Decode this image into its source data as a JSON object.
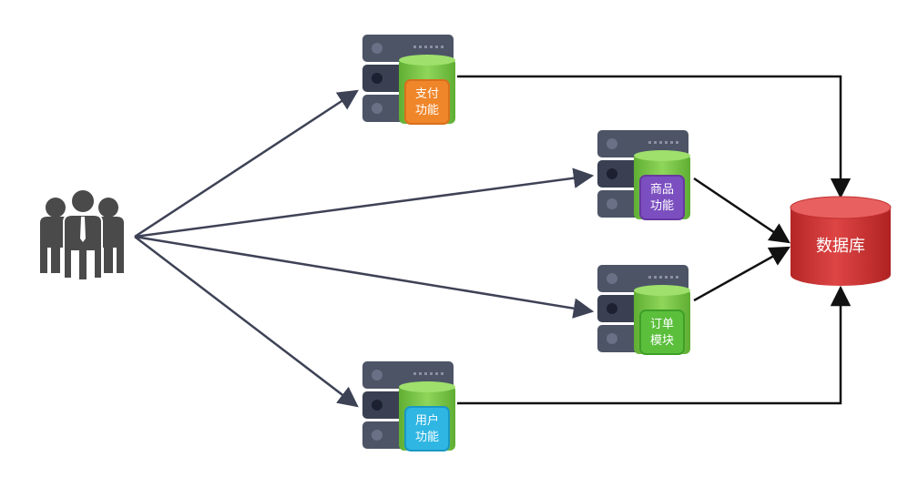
{
  "users": {
    "icon": "users-group-icon"
  },
  "servers": [
    {
      "id": "pay",
      "line1": "支付",
      "line2": "功能",
      "badge_color": "#f0862a",
      "badge_border": "#d9701c"
    },
    {
      "id": "goods",
      "line1": "商品",
      "line2": "功能",
      "badge_color": "#7b4fc0",
      "badge_border": "#66399f"
    },
    {
      "id": "order",
      "line1": "订单",
      "line2": "模块",
      "badge_color": "#5bbf3c",
      "badge_border": "#3f9f27"
    },
    {
      "id": "user",
      "line1": "用户",
      "line2": "功能",
      "badge_color": "#2fb6e3",
      "badge_border": "#1998c4"
    }
  ],
  "database": {
    "label": "数据库",
    "color": "#d93a3a",
    "icon": "database-icon"
  },
  "colors": {
    "server_body": "#4d5466",
    "server_dark": "#3a4052",
    "green_cylinder": "#7cc84a",
    "arrow_from_users": "#3e4255",
    "arrow_to_db": "#111111",
    "people": "#4a4a4a"
  }
}
